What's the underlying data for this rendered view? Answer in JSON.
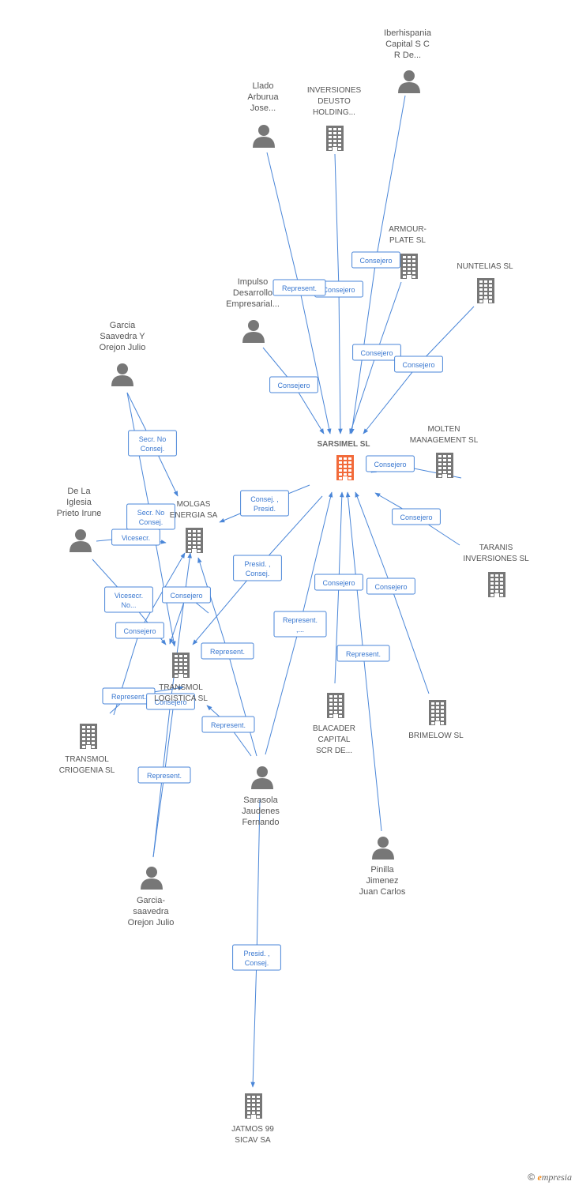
{
  "colors": {
    "edge": "#4a86d8",
    "node": "#777777",
    "focus": "#f26a3a"
  },
  "nodes": [
    {
      "id": "sarsimel",
      "type": "company",
      "focus": true,
      "label": [
        "SARSIMEL SL"
      ]
    },
    {
      "id": "iberhispania",
      "type": "person",
      "label": [
        "Iberhispania",
        "Capital S C",
        "R De..."
      ]
    },
    {
      "id": "llado",
      "type": "person",
      "label": [
        "Llado",
        "Arburua",
        "Jose..."
      ]
    },
    {
      "id": "deusto",
      "type": "company",
      "label": [
        "INVERSIONES",
        "DEUSTO",
        "HOLDING..."
      ]
    },
    {
      "id": "armour",
      "type": "company",
      "label": [
        "ARMOUR-",
        "PLATE SL"
      ]
    },
    {
      "id": "nuntelias",
      "type": "company",
      "label": [
        "NUNTELIAS SL"
      ]
    },
    {
      "id": "impulso",
      "type": "person",
      "label": [
        "Impulso",
        "Desarrollo",
        "Empresarial..."
      ]
    },
    {
      "id": "garcia1",
      "type": "person",
      "label": [
        "Garcia",
        "Saavedra Y",
        "Orejon Julio"
      ]
    },
    {
      "id": "molten",
      "type": "company",
      "label": [
        "MOLTEN",
        "MANAGEMENT SL"
      ]
    },
    {
      "id": "molgas",
      "type": "company",
      "label": [
        "MOLGAS",
        "ENERGIA SA"
      ]
    },
    {
      "id": "delaiglesia",
      "type": "person",
      "label": [
        "De La",
        "Iglesia",
        "Prieto Irune"
      ]
    },
    {
      "id": "taranis",
      "type": "company",
      "label": [
        "TARANIS",
        "INVERSIONES SL"
      ]
    },
    {
      "id": "transmol",
      "type": "company",
      "label": [
        "TRANSMOL",
        "LOGISTICA SL"
      ]
    },
    {
      "id": "criogenia",
      "type": "company",
      "label": [
        "TRANSMOL",
        "CRIOGENIA SL"
      ]
    },
    {
      "id": "blacader",
      "type": "company",
      "label": [
        "BLACADER",
        "CAPITAL",
        "SCR DE..."
      ]
    },
    {
      "id": "brimelow",
      "type": "company",
      "label": [
        "BRIMELOW SL"
      ]
    },
    {
      "id": "sarasola",
      "type": "person",
      "label": [
        "Sarasola",
        "Jaudenes",
        "Fernando"
      ]
    },
    {
      "id": "pinilla",
      "type": "person",
      "label": [
        "Pinilla",
        "Jimenez",
        "Juan Carlos"
      ]
    },
    {
      "id": "garcia2",
      "type": "person",
      "label": [
        "Garcia-",
        "saavedra",
        "Orejon Julio"
      ]
    },
    {
      "id": "jatmos",
      "type": "company",
      "label": [
        "JATMOS 99",
        "SICAV SA"
      ]
    }
  ],
  "edges": [
    {
      "id": "e1",
      "label": [
        "Consejero"
      ]
    },
    {
      "id": "e2",
      "label": [
        "Consejero"
      ]
    },
    {
      "id": "e3",
      "label": [
        "Represent."
      ]
    },
    {
      "id": "e4",
      "label": [
        "Consejero"
      ]
    },
    {
      "id": "e5",
      "label": [
        "Consejero"
      ]
    },
    {
      "id": "e6",
      "label": [
        "Consejero"
      ]
    },
    {
      "id": "e7",
      "label": [
        "Consejero"
      ]
    },
    {
      "id": "e8",
      "label": [
        "Consejero"
      ]
    },
    {
      "id": "e9",
      "label": [
        "Consej. ,",
        "Presid."
      ]
    },
    {
      "id": "e10",
      "label": [
        "Secr.  No",
        "Consej."
      ]
    },
    {
      "id": "e11",
      "label": [
        "Secr.  No",
        "Consej."
      ]
    },
    {
      "id": "e12",
      "label": [
        "Vicesecr."
      ]
    },
    {
      "id": "e13",
      "label": [
        "Vicesecr.",
        "No..."
      ]
    },
    {
      "id": "e14",
      "label": [
        "Consejero"
      ]
    },
    {
      "id": "e15",
      "label": [
        "Consejero"
      ]
    },
    {
      "id": "e16",
      "label": [
        "Presid. ,",
        "Consej."
      ]
    },
    {
      "id": "e17",
      "label": [
        "Represent."
      ]
    },
    {
      "id": "e18",
      "label": [
        "Consejero"
      ]
    },
    {
      "id": "e19",
      "label": [
        "Represent."
      ]
    },
    {
      "id": "e20",
      "label": [
        "Represent."
      ]
    },
    {
      "id": "e21",
      "label": [
        "Represent.",
        ",..."
      ]
    },
    {
      "id": "e22",
      "label": [
        "Consejero"
      ]
    },
    {
      "id": "e23",
      "label": [
        "Represent."
      ]
    },
    {
      "id": "e24",
      "label": [
        "Consejero"
      ]
    },
    {
      "id": "e25",
      "label": [
        "Represent."
      ]
    },
    {
      "id": "e26",
      "label": [
        "Presid. ,",
        "Consej."
      ]
    }
  ],
  "footer": {
    "copyright": "©",
    "brand_e": "e",
    "brand_rest": "mpresia"
  }
}
